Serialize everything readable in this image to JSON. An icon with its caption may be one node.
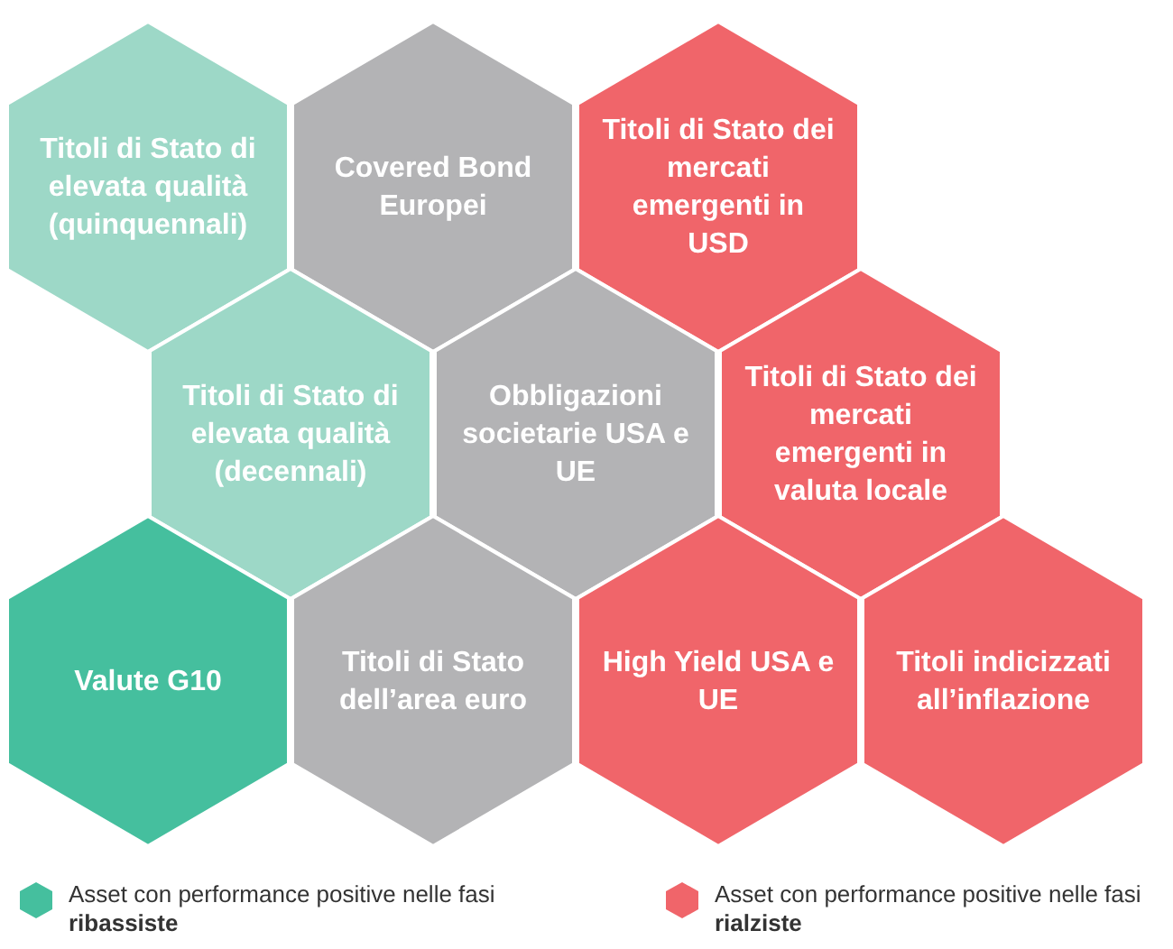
{
  "diagram": {
    "nodes": [
      {
        "text": [
          "Titoli di Stato di elevata qualità (quinquennali)"
        ]
      },
      {
        "text": [
          "Covered Bond Europei"
        ]
      },
      {
        "text": [
          "Titoli di Stato dei mercati emergenti in USD"
        ]
      },
      {
        "text": [
          "Titoli di Stato di elevata qualità (decennali)"
        ]
      },
      {
        "text": [
          "Obbligazioni societarie USA e UE"
        ]
      },
      {
        "text": [
          "Titoli di Stato dei mercati emergenti in valuta locale"
        ]
      },
      {
        "text": [
          "Valute G10"
        ]
      },
      {
        "text": [
          "Titoli di Stato dell’area euro"
        ]
      },
      {
        "text": [
          "High Yield USA e UE"
        ]
      },
      {
        "text": [
          "Titoli indicizzati all’inflazione"
        ]
      }
    ],
    "edges": [],
    "legend": [
      {
        "text": "Asset con performance positive nelle fasi **ribassiste**",
        "color": "#45bf9e"
      },
      {
        "text": "Asset con performance positive nelle fasi **rialziste**",
        "color": "#f0656a"
      }
    ]
  }
}
